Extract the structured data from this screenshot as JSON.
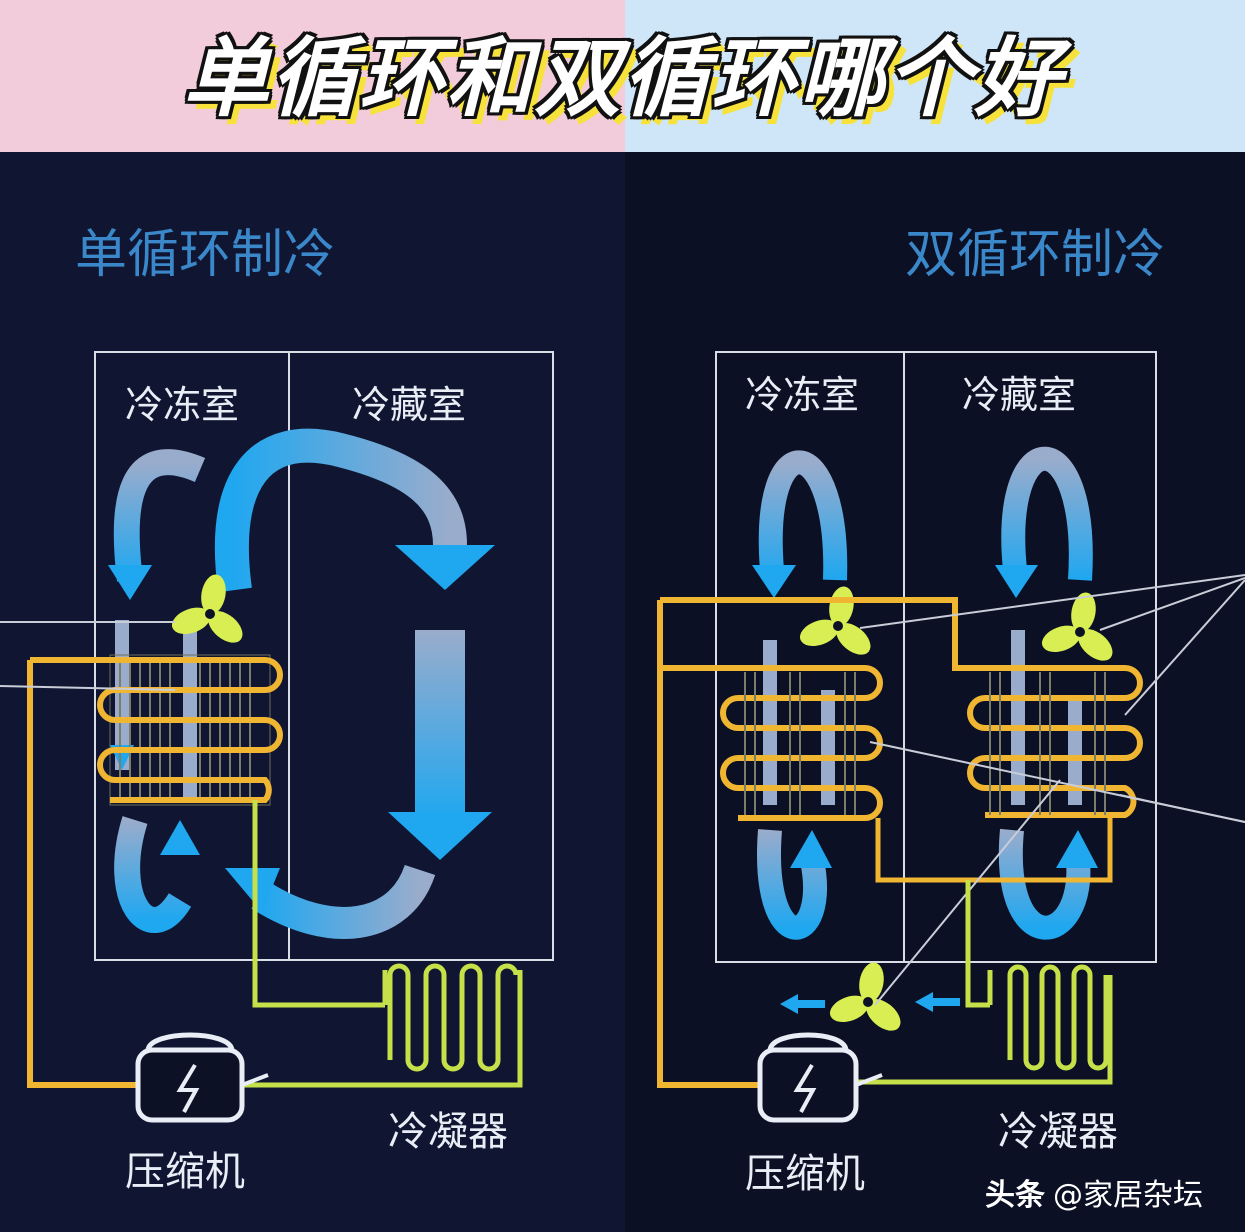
{
  "header": {
    "title": "单循环和双循环哪个好"
  },
  "left_panel": {
    "heading": "单循环制冷",
    "freezer_label": "冷冻室",
    "fridge_label": "冷藏室",
    "compressor_label": "压缩机",
    "condenser_label": "冷凝器"
  },
  "right_panel": {
    "heading": "双循环制冷",
    "freezer_label": "冷冻室",
    "fridge_label": "冷藏室",
    "compressor_label": "压缩机",
    "condenser_label": "冷凝器"
  },
  "watermark": {
    "platform": "头条",
    "account": "@家居杂坛"
  },
  "colors": {
    "pipe_yellow": "#f0b632",
    "pipe_green": "#c6e04a",
    "airflow_blue": "#2ea8ee",
    "fan": "#d8ee52"
  }
}
